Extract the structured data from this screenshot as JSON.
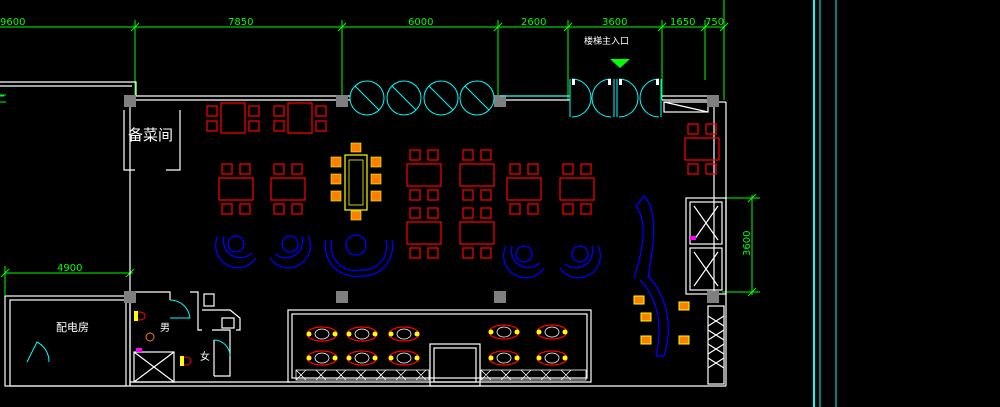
{
  "dimensions": {
    "top": [
      "9600",
      "7850",
      "6000",
      "2600",
      "3600",
      "1650",
      "750"
    ],
    "left_lower": "4900",
    "right_vertical": "3600"
  },
  "labels": {
    "entrance": "楼梯主入口",
    "prep_room": "备菜间",
    "power_room": "配电房",
    "men": "男",
    "women": "女"
  },
  "colors": {
    "background": "#000000",
    "dimension": "#00ff00",
    "wall": "#ffffff",
    "table": "#ff0000",
    "booth": "#0000ff",
    "door": "#00ffff",
    "column": "#808080",
    "accent": "#ffff00",
    "fixture": "#ff00ff"
  }
}
